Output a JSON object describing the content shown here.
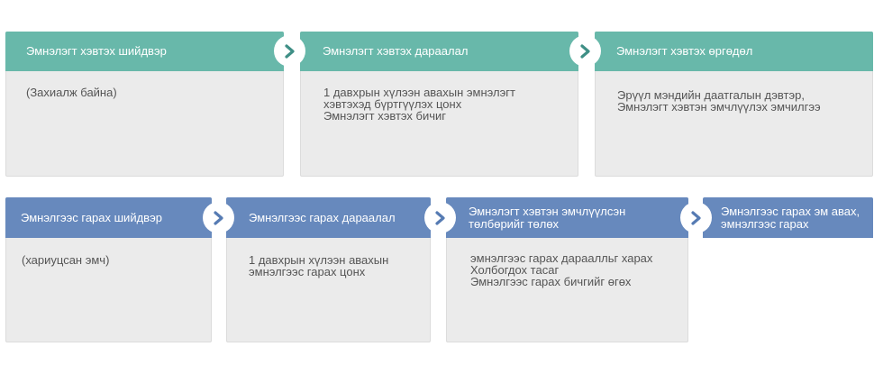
{
  "colors": {
    "teal": "#68b8aa",
    "blue": "#6789bd",
    "card_bg": "#ebebeb",
    "arrow_teal": "#3f8f86",
    "arrow_blue": "#567bb3"
  },
  "row1": [
    {
      "title": "Эмнэлэгт хэвтэх шийдвэр",
      "body": "(Захиалж байна)"
    },
    {
      "title": "Эмнэлэгт хэвтэх дараалал",
      "body": "1 давхрын хүлээн авахын эмнэлэгт\nхэвтэхэд бүртгүүлэх цонх\nЭмнэлэгт хэвтэх бичиг"
    },
    {
      "title": "Эмнэлэгт хэвтэх өргөдөл",
      "body": "Эрүүл мэндийн даатгалын дэвтэр,\nЭмнэлэгт хэвтэн эмчлүүлэх эмчилгээ"
    }
  ],
  "row2": [
    {
      "title": "Эмнэлгээс гарах шийдвэр",
      "body": "(хариуцсан эмч)"
    },
    {
      "title": "Эмнэлгээс гарах дараалал",
      "body": "1 давхрын хүлээн авахын\nэмнэлгээс гарах цонх"
    },
    {
      "title": "Эмнэлэгт хэвтэн эмчлүүлсэн\nтөлбөрийг төлөх",
      "body": "эмнэлгээс гарах дараалльг харах\nХолбогдох тасаг\nЭмнэлгээс гарах бичгийг өгөх"
    },
    {
      "title": "Эмнэлгээс гарах эм авах,\nэмнэлгээс гарах",
      "body": ""
    }
  ],
  "icons": {
    "arrow": "chevron-right-icon"
  }
}
